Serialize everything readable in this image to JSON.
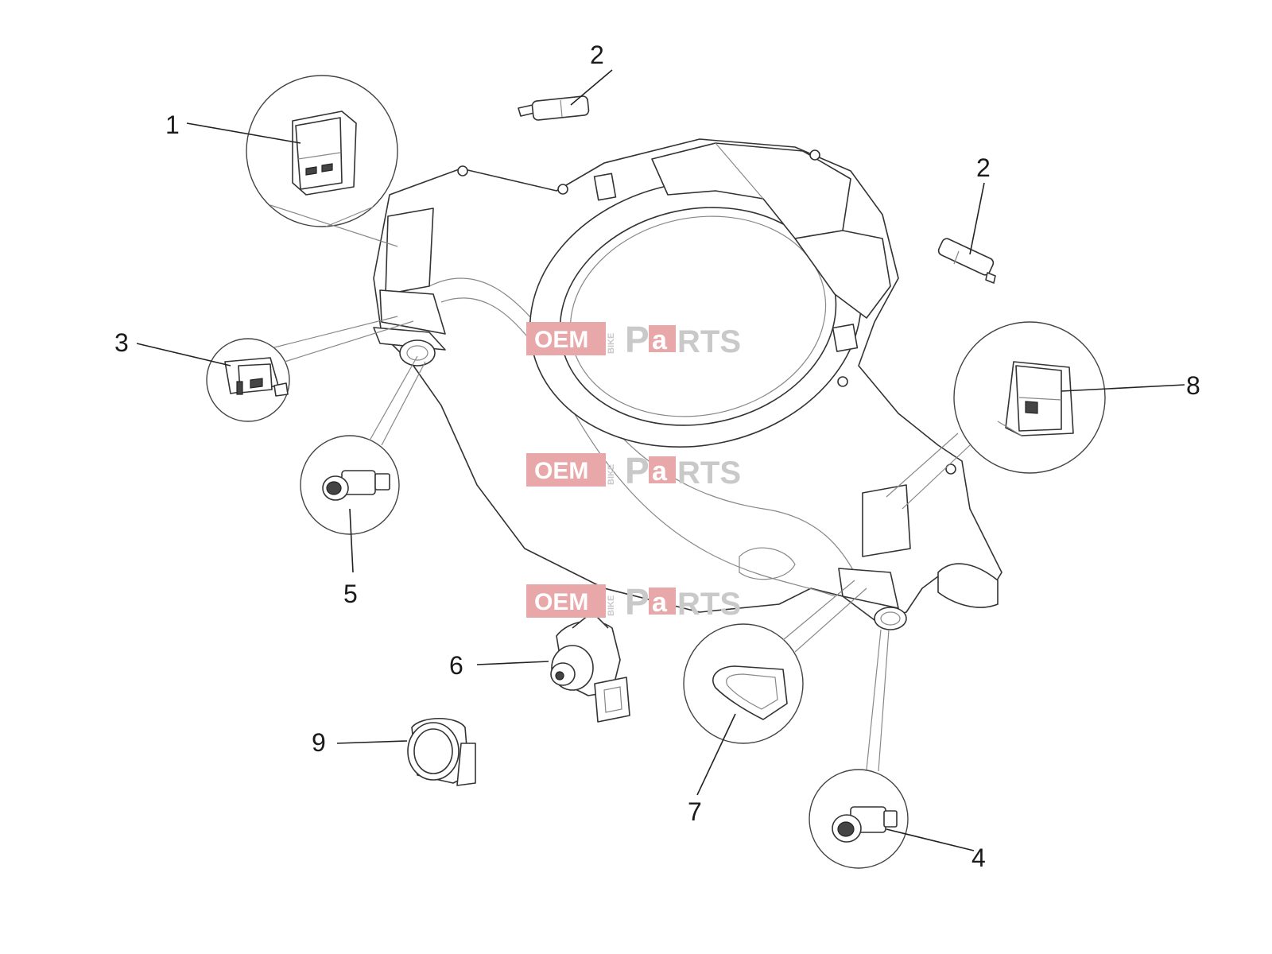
{
  "callouts": {
    "c1": "1",
    "c2a": "2",
    "c2b": "2",
    "c3": "3",
    "c4": "4",
    "c5": "5",
    "c6": "6",
    "c7": "7",
    "c8": "8",
    "c9": "9"
  },
  "watermark": {
    "oem": "OEM",
    "bike": "BIKE",
    "parts_p": "P",
    "parts_a": "a",
    "parts_rest": "RTS"
  },
  "colors": {
    "watermark_box": "#e8a7a9",
    "watermark_accent": "#e07a7d",
    "line": "#222222"
  }
}
